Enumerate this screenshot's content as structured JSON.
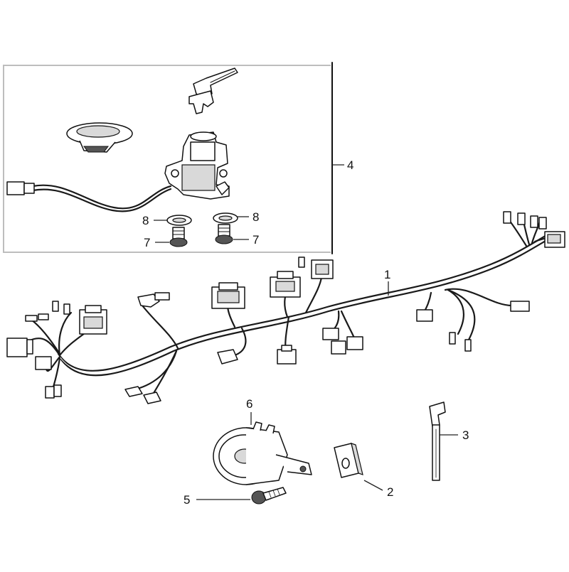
{
  "callouts": [
    {
      "id": "1",
      "label": "1"
    },
    {
      "id": "2",
      "label": "2"
    },
    {
      "id": "3",
      "label": "3"
    },
    {
      "id": "4",
      "label": "4"
    },
    {
      "id": "5",
      "label": "5"
    },
    {
      "id": "6",
      "label": "6"
    },
    {
      "id": "7a",
      "label": "7"
    },
    {
      "id": "7b",
      "label": "7"
    },
    {
      "id": "8a",
      "label": "8"
    },
    {
      "id": "8b",
      "label": "8"
    }
  ]
}
